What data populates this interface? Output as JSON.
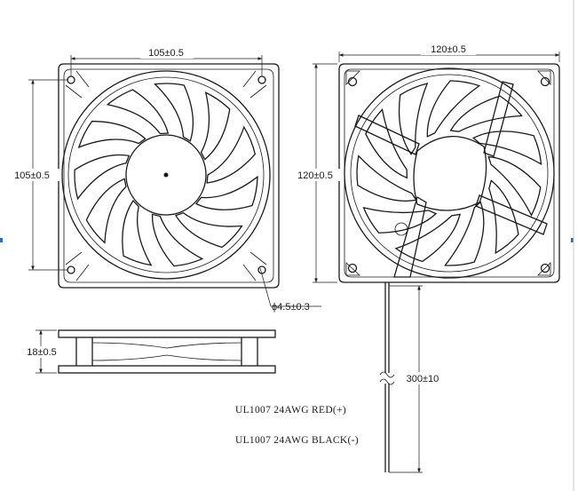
{
  "front_view": {
    "hole_spacing_h": "105±0.5",
    "hole_spacing_v": "105±0.5",
    "hole_diameter": "ϕ4.5±0.3"
  },
  "rear_view": {
    "frame_width": "120±0.5",
    "frame_height": "120±0.5",
    "cable_length": "300±10"
  },
  "side_view": {
    "thickness": "18±0.5"
  },
  "wires": {
    "red": "UL1007  24AWG  RED(+)",
    "black": "UL1007  24AWG  BLACK(-)"
  },
  "colors": {
    "line": "#1a1a1a",
    "edge_marker": "#2d6cb0"
  }
}
